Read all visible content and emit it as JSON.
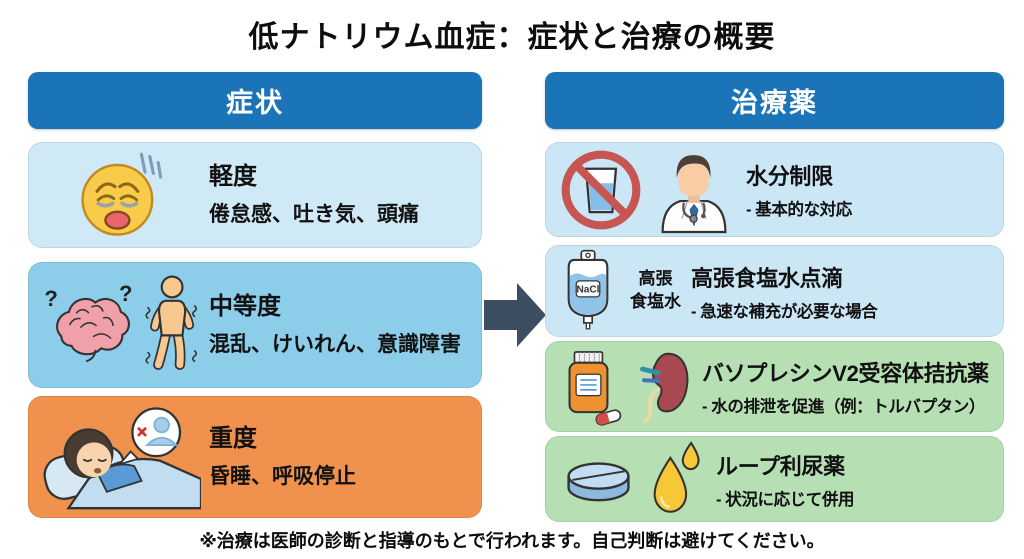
{
  "title": "低ナトリウム血症：症状と治療の概要",
  "symptoms": {
    "header": "症状",
    "items": [
      {
        "title": "軽度",
        "desc": "倦怠感、吐き気、頭痛",
        "icon": "weary-face-icon"
      },
      {
        "title": "中等度",
        "desc": "混乱、けいれん、意識障害",
        "icon": "brain-and-trembling-person-icon",
        "question_marks": [
          "?",
          "?"
        ]
      },
      {
        "title": "重度",
        "desc": "昏睡、呼吸停止",
        "icon": "comatose-person-in-bed-icon"
      }
    ]
  },
  "treatments": {
    "header": "治療薬",
    "items": [
      {
        "title": "水分制限",
        "desc": "- 基本的な対応",
        "icons": [
          "no-water-icon",
          "doctor-icon"
        ]
      },
      {
        "title": "高張食塩水点滴",
        "desc": "- 急速な補充が必要な場合",
        "icons": [
          "iv-bag-icon"
        ],
        "bag_label": "NaCl",
        "icon_caption": [
          "高張",
          "食塩水"
        ]
      },
      {
        "title": "バソプレシンV2受容体拮抗薬",
        "desc": "- 水の排泄を促進（例：トルバプタン）",
        "icons": [
          "pill-bottle-icon",
          "kidney-icon"
        ]
      },
      {
        "title": "ループ利尿薬",
        "desc": "- 状況に応じて併用",
        "icons": [
          "tablet-icon",
          "droplets-icon"
        ]
      }
    ]
  },
  "footnote": "※治療は医師の診断と指導のもとで行われます。自己判断は避けてください。",
  "colors": {
    "header_bg": "#1B74B8",
    "mild_box_bg": "#CFE9F6",
    "moderate_box_bg": "#8CCEE9",
    "severe_box_bg": "#F0914E",
    "treatment_blue_bg": "#CBE7F5",
    "treatment_green_bg": "#B6DFB3",
    "arrow": "#3D4E62"
  }
}
